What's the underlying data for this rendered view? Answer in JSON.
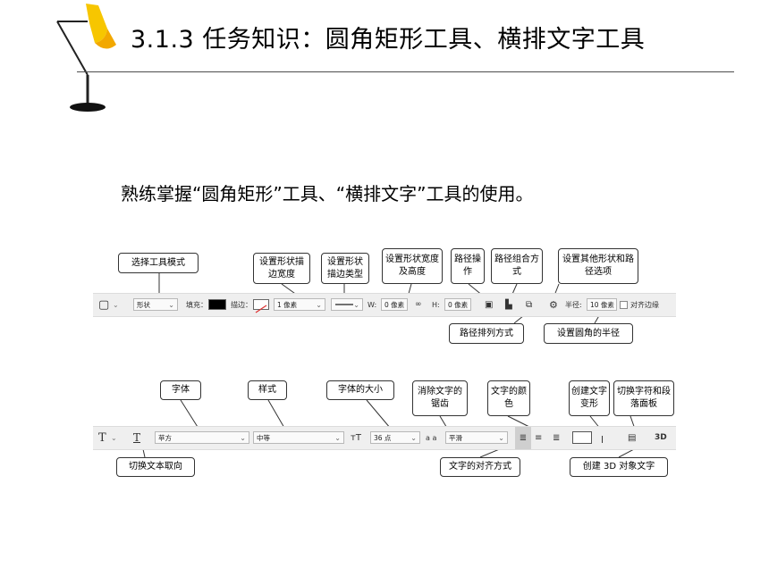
{
  "header": {
    "title": "3.1.3 任务知识：圆角矩形工具、横排文字工具"
  },
  "subtitle": "熟练掌握“圆角矩形”工具、“横排文字”工具的使用。",
  "shape_toolbar": {
    "mode_value": "形状",
    "fill_label": "填充：",
    "stroke_label": "描边：",
    "stroke_width": "1 像素",
    "w_label": "W:",
    "w_value": "0 像素",
    "h_label": "H:",
    "h_value": "0 像素",
    "radius_label": "半径:",
    "radius_value": "10 像素",
    "align_edges_label": "对齐边缘"
  },
  "shape_callouts": {
    "tool_mode": "选择工具模式",
    "stroke_width": "设置形状描边宽度",
    "stroke_type": "设置形状描边类型",
    "size": "设置形状宽度及高度",
    "path_ops": "路径操作",
    "path_combine": "路径组合方式",
    "other_options": "设置其他形状和路径选项",
    "path_arrange": "路径排列方式",
    "radius": "设置圆角的半径"
  },
  "text_toolbar": {
    "font_family": "苹方",
    "font_style": "中等",
    "font_size": "36 点",
    "aa_label": "a a",
    "antialias": "平滑",
    "threed_label": "3D"
  },
  "text_callouts": {
    "font": "字体",
    "style": "样式",
    "size": "字体的大小",
    "antialias": "消除文字的锯齿",
    "color": "文字的颜色",
    "warp": "创建文字变形",
    "panels": "切换字符和段落面板",
    "orientation": "切换文本取向",
    "align": "文字的对齐方式",
    "threed": "创建 3D 对象文字"
  },
  "colors": {
    "fill_swatch": "#000000",
    "text_color_swatch": "#ffffff",
    "lamp_shade": "#f7c600"
  }
}
